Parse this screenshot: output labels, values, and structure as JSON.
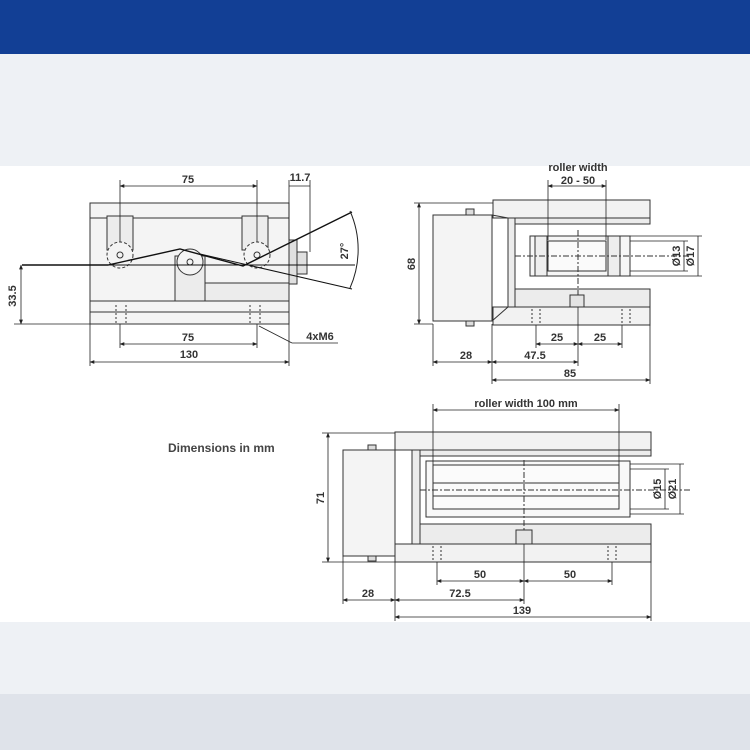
{
  "caption": "Dimensions in mm",
  "view_a": {
    "top_75": "75",
    "top_11_7": "11.7",
    "angle": "27°",
    "left_33_5": "33.5",
    "bottom_75": "75",
    "bottom_130": "130",
    "mount": "4xM6"
  },
  "view_b": {
    "roller_width_label": "roller width",
    "roller_width_range": "20 - 50",
    "height_68": "68",
    "dia_13": "Ø13",
    "dia_17": "Ø17",
    "dim_25_left": "25",
    "dim_25_right": "25",
    "dim_28": "28",
    "dim_47_5": "47.5",
    "dim_85": "85"
  },
  "view_c": {
    "roller_width": "roller width 100 mm",
    "height_71": "71",
    "dia_15": "Ø15",
    "dia_21": "Ø21",
    "dim_50_left": "50",
    "dim_50_right": "50",
    "dim_28": "28",
    "dim_72_5": "72.5",
    "dim_139": "139"
  }
}
